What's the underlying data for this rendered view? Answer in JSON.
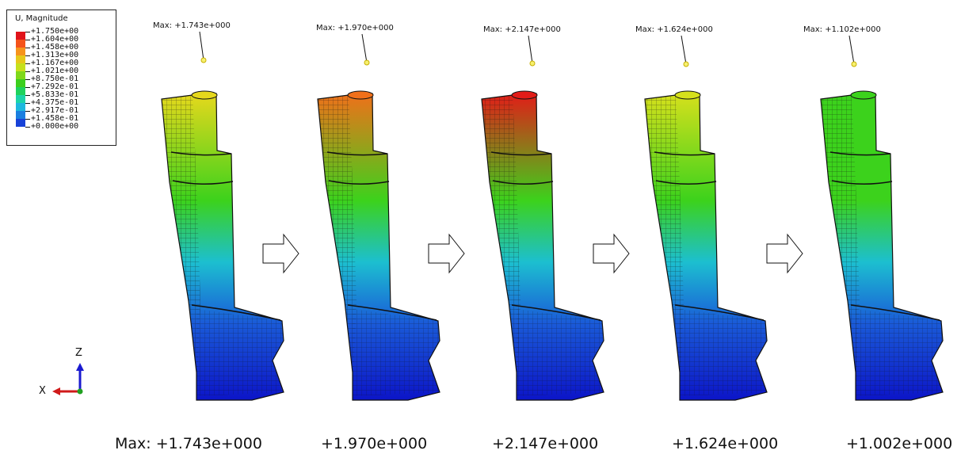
{
  "legend": {
    "title": "U, Magnitude",
    "labels": [
      "+1.750e+00",
      "+1.604e+00",
      "+1.458e+00",
      "+1.313e+00",
      "+1.167e+00",
      "+1.021e+00",
      "+8.750e-01",
      "+7.292e-01",
      "+5.833e-01",
      "+4.375e-01",
      "+2.917e-01",
      "+1.458e-01",
      "+0.000e+00"
    ],
    "colors": [
      "#e0131a",
      "#f4531a",
      "#f6931c",
      "#e6c81a",
      "#c6e01c",
      "#7fd81a",
      "#3ccf1d",
      "#1fd25c",
      "#1cd4a8",
      "#1db8de",
      "#1a7fe0",
      "#1742d8",
      "#0c15c8"
    ]
  },
  "models": [
    {
      "max_label": "Max: +1.743e+000",
      "bottom_label": "Max: +1.743e+000",
      "top_color": "#e6d81c"
    },
    {
      "max_label": "Max: +1.970e+000",
      "bottom_label": "+1.970e+000",
      "top_color": "#f0701a"
    },
    {
      "max_label": "Max: +2.147e+000",
      "bottom_label": "+2.147e+000",
      "top_color": "#e21c18"
    },
    {
      "max_label": "Max: +1.624e+000",
      "bottom_label": "+1.624e+000",
      "top_color": "#d6e01c"
    },
    {
      "max_label": "Max: +1.102e+000",
      "bottom_label": "+1.002e+000",
      "top_color": "#3cd21c"
    }
  ],
  "triad": {
    "z_label": "Z",
    "x_label": "X"
  }
}
